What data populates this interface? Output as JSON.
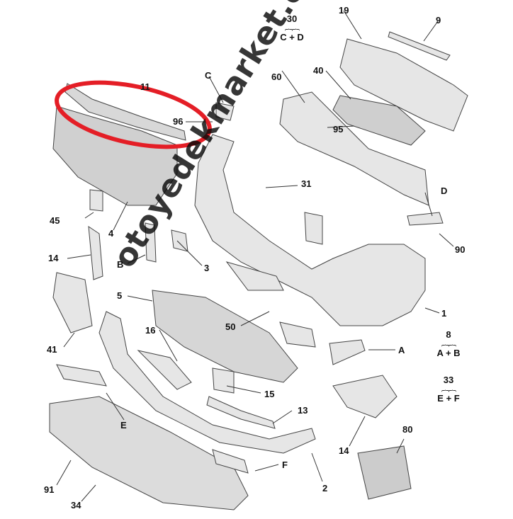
{
  "callouts": {
    "c30": "30",
    "c19": "19",
    "c9": "9",
    "c60": "60",
    "c40": "40",
    "c11": "11",
    "cC": "C",
    "c96": "96",
    "c95": "95",
    "c31": "31",
    "cD": "D",
    "c90": "90",
    "c45": "45",
    "c4": "4",
    "c14a": "14",
    "cB": "B",
    "c3": "3",
    "c5": "5",
    "c1": "1",
    "c50": "50",
    "c41": "41",
    "c16": "16",
    "cA": "A",
    "c15": "15",
    "c13": "13",
    "cE": "E",
    "c14b": "14",
    "c80": "80",
    "cF": "F",
    "c91": "91",
    "c34": "34",
    "c2": "2"
  },
  "combos": {
    "cd": {
      "num": "30",
      "letters": "C + D"
    },
    "ab": {
      "num": "8",
      "letters": "A + B"
    },
    "ef": {
      "num": "33",
      "letters": "E + F"
    }
  },
  "watermark": "otoyedekmarket.com",
  "colors": {
    "highlight": "#e41e26",
    "part_fill": "#e4e4e4",
    "line": "#333333"
  }
}
